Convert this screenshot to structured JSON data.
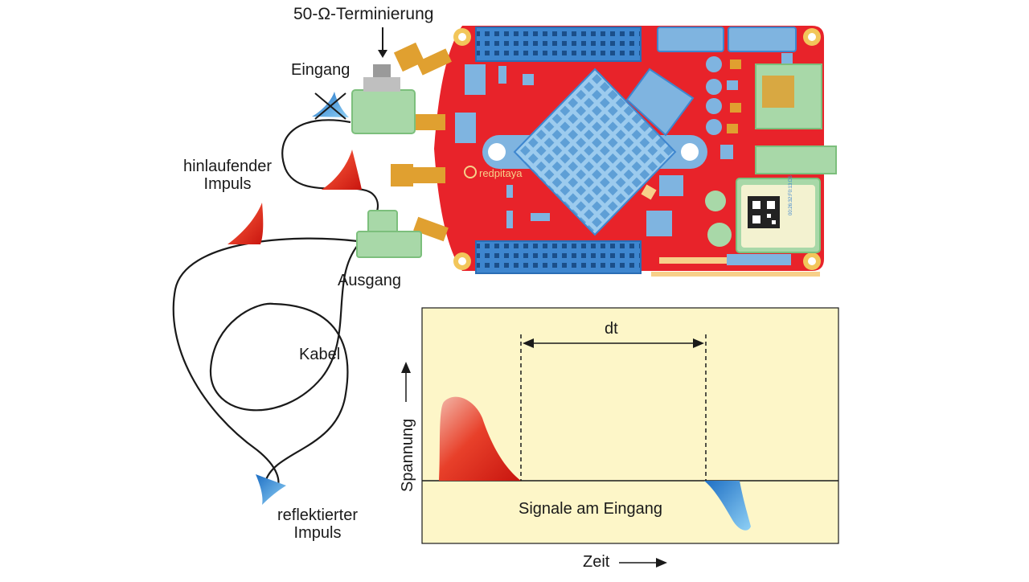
{
  "labels": {
    "termination": "50-Ω-Terminierung",
    "input": "Eingang",
    "forward_pulse_1": "hinlaufender",
    "forward_pulse_2": "Impuls",
    "output": "Ausgang",
    "cable": "Kabel",
    "reflected_pulse_1": "reflektierter",
    "reflected_pulse_2": "Impuls"
  },
  "board": {
    "brand": "redpitaya",
    "qr_text": "00:26:32:F0:13:D5"
  },
  "plot": {
    "dt_label": "dt",
    "y_label": "Spannung",
    "x_label": "Zeit",
    "caption": "Signale am Eingang"
  },
  "colors": {
    "board": "#e8232a",
    "heatsink": "#7fb4e0",
    "connector_gold": "#e0a030",
    "tee_green": "#a8d8a8",
    "pulse_red": "#d9231c",
    "pulse_blue": "#2a8fd6",
    "plot_bg": "#fdf6c8"
  }
}
